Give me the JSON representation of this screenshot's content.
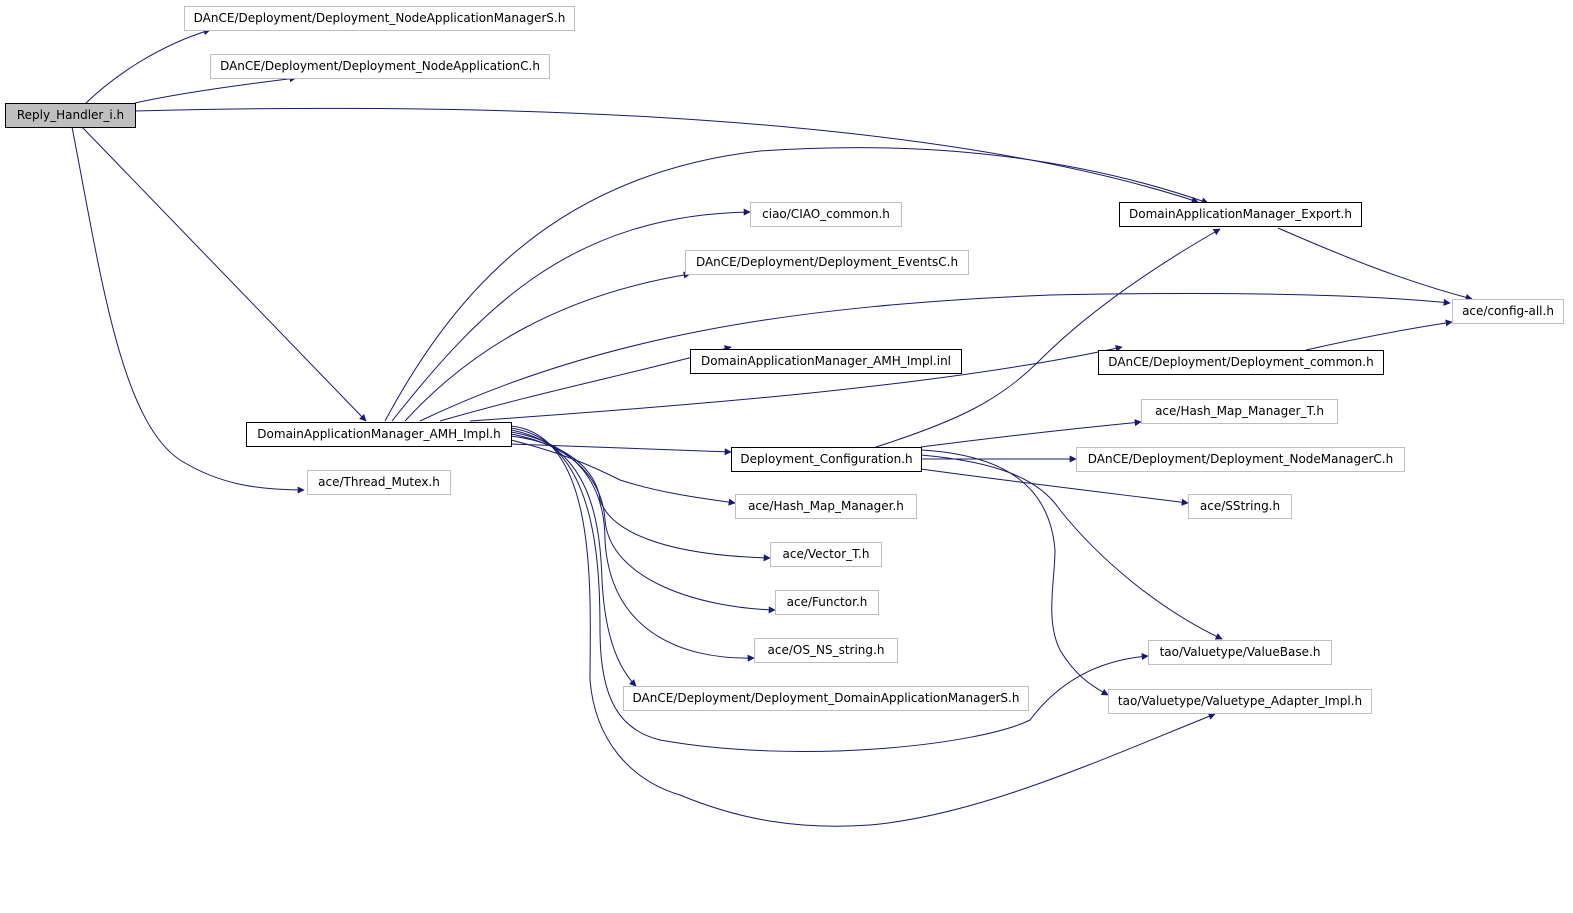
{
  "colors": {
    "edge": "#191970",
    "external_border": "#bfbfbf",
    "documented_border": "#000000",
    "root_fill": "#bfbfbf"
  },
  "nodes": {
    "reply_handler": "Reply_Handler_i.h",
    "node_app_mgr_s": "DAnCE/Deployment/Deployment_NodeApplicationManagerS.h",
    "node_app_c": "DAnCE/Deployment/Deployment_NodeApplicationC.h",
    "dam_amh_impl": "DomainApplicationManager_AMH_Impl.h",
    "thread_mutex": "ace/Thread_Mutex.h",
    "ciao_common": "ciao/CIAO_common.h",
    "events_c": "DAnCE/Deployment/Deployment_EventsC.h",
    "dam_amh_impl_inl": "DomainApplicationManager_AMH_Impl.inl",
    "deployment_configuration": "Deployment_Configuration.h",
    "hash_map_manager": "ace/Hash_Map_Manager.h",
    "vector_t": "ace/Vector_T.h",
    "functor": "ace/Functor.h",
    "os_ns_string": "ace/OS_NS_string.h",
    "dam_s": "DAnCE/Deployment/Deployment_DomainApplicationManagerS.h",
    "dam_export": "DomainApplicationManager_Export.h",
    "config_all": "ace/config-all.h",
    "deployment_common": "DAnCE/Deployment/Deployment_common.h",
    "hash_map_manager_t": "ace/Hash_Map_Manager_T.h",
    "node_manager_c": "DAnCE/Deployment/Deployment_NodeManagerC.h",
    "sstring": "ace/SString.h",
    "value_base": "tao/Valuetype/ValueBase.h",
    "valuetype_adapter_impl": "tao/Valuetype/Valuetype_Adapter_Impl.h"
  },
  "edges": [
    [
      "reply_handler",
      "node_app_mgr_s"
    ],
    [
      "reply_handler",
      "node_app_c"
    ],
    [
      "reply_handler",
      "dam_export"
    ],
    [
      "reply_handler",
      "dam_amh_impl"
    ],
    [
      "reply_handler",
      "thread_mutex"
    ],
    [
      "dam_amh_impl",
      "dam_export"
    ],
    [
      "dam_amh_impl",
      "ciao_common"
    ],
    [
      "dam_amh_impl",
      "events_c"
    ],
    [
      "dam_amh_impl",
      "config_all"
    ],
    [
      "dam_amh_impl",
      "dam_amh_impl_inl"
    ],
    [
      "dam_amh_impl",
      "deployment_common"
    ],
    [
      "dam_amh_impl",
      "deployment_configuration"
    ],
    [
      "dam_amh_impl",
      "hash_map_manager"
    ],
    [
      "dam_amh_impl",
      "vector_t"
    ],
    [
      "dam_amh_impl",
      "functor"
    ],
    [
      "dam_amh_impl",
      "os_ns_string"
    ],
    [
      "dam_amh_impl",
      "dam_s"
    ],
    [
      "dam_amh_impl",
      "value_base"
    ],
    [
      "dam_amh_impl",
      "valuetype_adapter_impl"
    ],
    [
      "dam_export",
      "config_all"
    ],
    [
      "deployment_common",
      "config_all"
    ],
    [
      "deployment_configuration",
      "dam_export"
    ],
    [
      "deployment_configuration",
      "hash_map_manager_t"
    ],
    [
      "deployment_configuration",
      "node_manager_c"
    ],
    [
      "deployment_configuration",
      "sstring"
    ],
    [
      "deployment_configuration",
      "value_base"
    ],
    [
      "deployment_configuration",
      "valuetype_adapter_impl"
    ]
  ]
}
